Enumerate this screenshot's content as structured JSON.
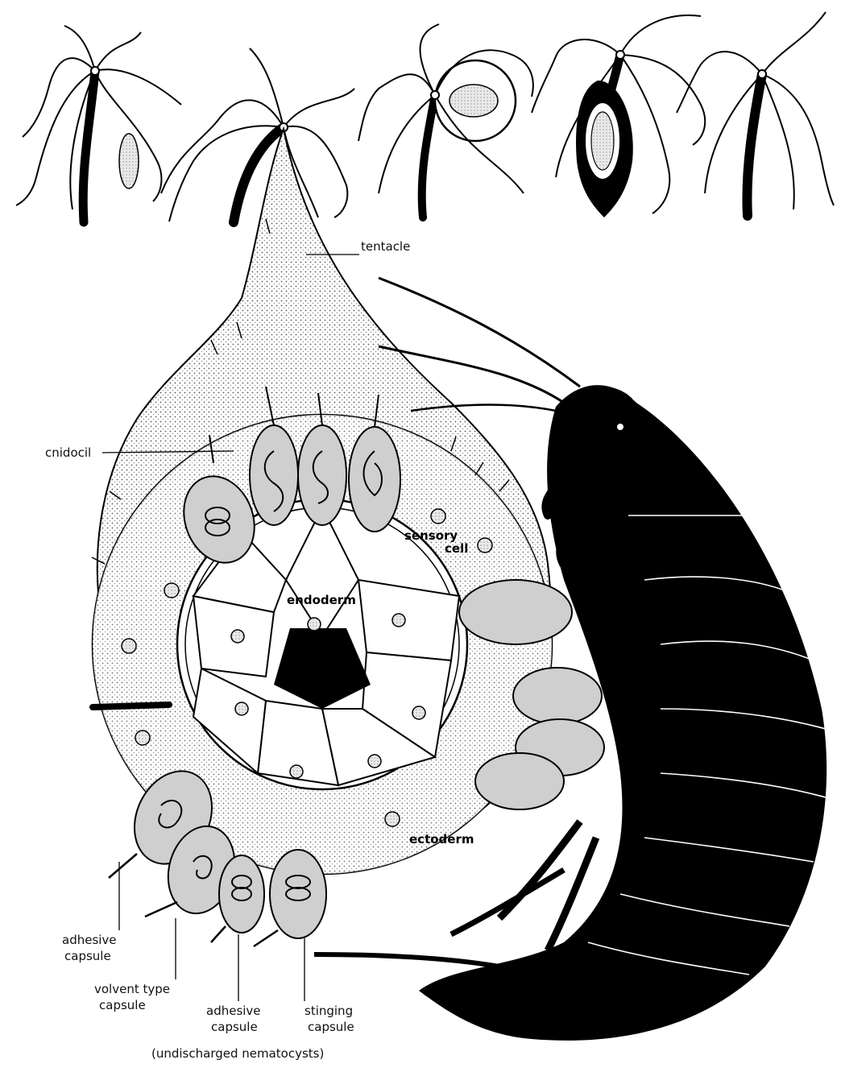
{
  "labels": {
    "tentacle": "tentacle",
    "cnidocil": "cnidocil",
    "sensory_cell_line1": "sensory",
    "sensory_cell_line2": "cell",
    "endoderm": "endoderm",
    "ectoderm": "ectoderm",
    "adhesive_capsule_left_line1": "adhesive",
    "adhesive_capsule_left_line2": "capsule",
    "volvent_line1": "volvent type",
    "volvent_line2": "capsule",
    "adhesive_capsule_mid_line1": "adhesive",
    "adhesive_capsule_mid_line2": "capsule",
    "stinging_line1": "stinging",
    "stinging_line2": "capsule",
    "caption": "(undischarged nematocysts)"
  },
  "colors": {
    "ink": "#000000",
    "paper": "#ffffff",
    "stipple": "#cfcfcf"
  }
}
